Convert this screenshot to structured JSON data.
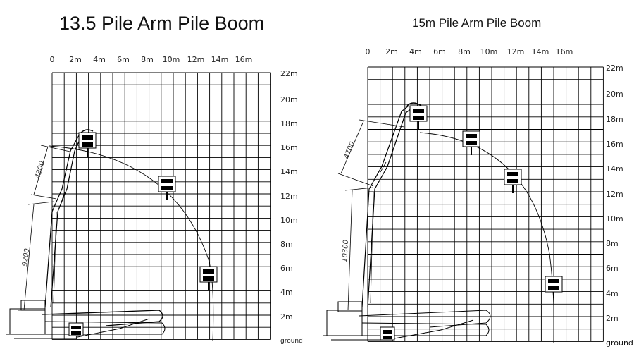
{
  "panels": [
    {
      "id": "left",
      "title": "13.5 Pile Arm Pile Boom",
      "x_ticks": [
        "0",
        "2m",
        "4m",
        "6m",
        "8m",
        "10m",
        "12m",
        "14m",
        "16m"
      ],
      "y_ticks": [
        "2m",
        "4m",
        "6m",
        "8m",
        "10m",
        "12m",
        "14m",
        "16m",
        "18m",
        "20m",
        "22m"
      ],
      "ground_label": "ground",
      "dimensions": [
        "9200",
        "4300"
      ]
    },
    {
      "id": "right",
      "title": "15m Pile Arm Pile Boom",
      "x_ticks": [
        "0",
        "2m",
        "4m",
        "6m",
        "8m",
        "10m",
        "12m",
        "14m",
        "16m"
      ],
      "y_ticks": [
        "2m",
        "4m",
        "6m",
        "8m",
        "10m",
        "12m",
        "14m",
        "16m",
        "18m",
        "20m",
        "22m"
      ],
      "ground_label": "ground",
      "dimensions": [
        "10300",
        "4700"
      ]
    }
  ],
  "colors": {
    "ink": "#000000",
    "background": "#ffffff"
  }
}
